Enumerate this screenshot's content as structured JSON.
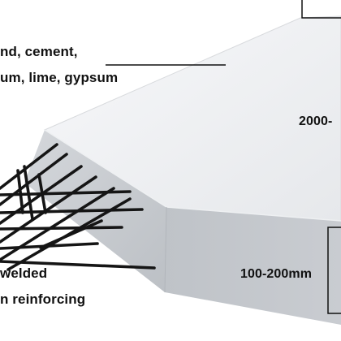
{
  "labels": {
    "material_line1": "nd, cement,",
    "material_line2": "um, lime, gypsum",
    "length_dim": "2000-",
    "thickness_dim": "100-200mm",
    "mesh_line1": " welded",
    "mesh_line2": "n reinforcing"
  },
  "colors": {
    "panel_top": "#f1f2f4",
    "panel_front": "#c5c8cd",
    "panel_side": "#b9bdc2",
    "rebar": "#151515",
    "text": "#111111"
  }
}
